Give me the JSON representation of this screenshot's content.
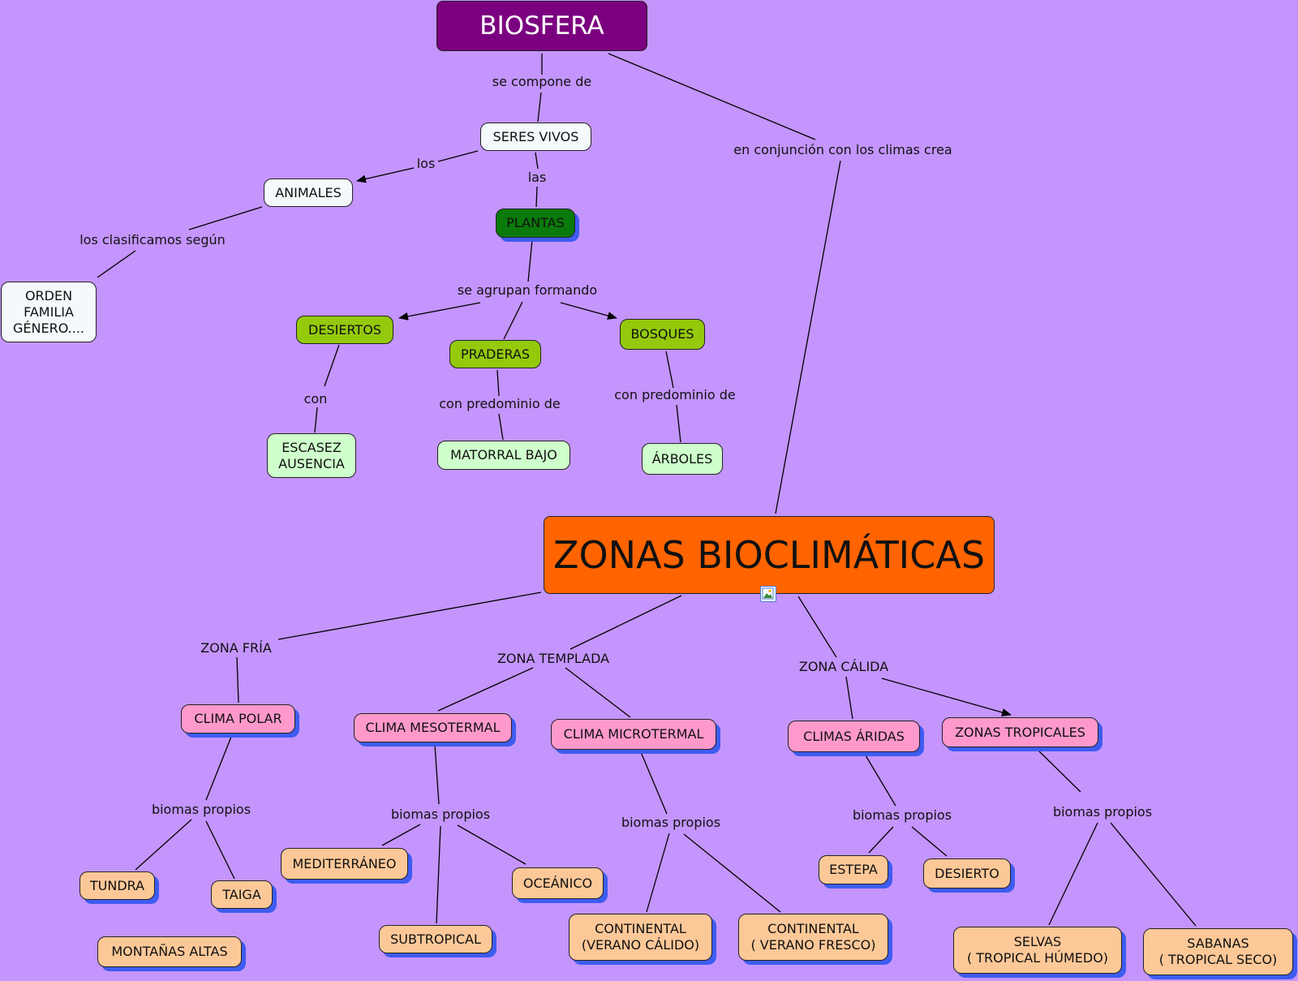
{
  "nodes": {
    "biosfera": "BIOSFERA",
    "seres_vivos": "SERES VIVOS",
    "animales": "ANIMALES",
    "orden": "ORDEN\nFAMILIA\nGÉNERO....",
    "plantas": "PLANTAS",
    "desiertos": "DESIERTOS",
    "praderas": "PRADERAS",
    "bosques": "BOSQUES",
    "escasez": "ESCASEZ\nAUSENCIA",
    "matorral": "MATORRAL BAJO",
    "arboles": "ÁRBOLES",
    "zonas": "ZONAS BIOCLIMÁTICAS",
    "clima_polar": "CLIMA  POLAR",
    "clima_mesotermal": "CLIMA MESOTERMAL",
    "clima_microtermal": "CLIMA MICROTERMAL",
    "climas_aridas": "CLIMAS  ÁRIDAS",
    "zonas_tropicales": "ZONAS TROPICALES",
    "tundra": "TUNDRA",
    "taiga": "TAIGA",
    "montanas": "MONTAÑAS ALTAS",
    "mediterraneo": "MEDITERRÁNEO",
    "oceanico": "OCEÁNICO",
    "subtropical": "SUBTROPICAL",
    "cont_calido": "CONTINENTAL\n(VERANO CÁLIDO)",
    "cont_fresco": "CONTINENTAL\n( VERANO FRESCO)",
    "estepa": "ESTEPA",
    "desierto": "DESIERTO",
    "selvas": "SELVAS\n( TROPICAL HÚMEDO)",
    "sabanas": "SABANAS\n( TROPICAL SECO)"
  },
  "labels": {
    "se_compone": "se compone de",
    "conjuncion": "en conjunción con los climas crea",
    "los": "los",
    "las": "las",
    "clasificamos": "los clasificamos según",
    "agrupan": "se agrupan formando",
    "con": "con",
    "predominio1": "con predominio de",
    "predominio2": "con predominio de",
    "zona_fria": "ZONA FRÍA",
    "zona_templada": "ZONA TEMPLADA",
    "zona_calida": "ZONA CÁLIDA",
    "biomas1": "biomas propios",
    "biomas2": "biomas propios",
    "biomas3": "biomas propios",
    "biomas4": "biomas propios",
    "biomas5": "biomas propios"
  },
  "colors": {
    "background": "#c495fd",
    "biosfera": "#7b0080",
    "zonas": "#ff6400",
    "shadow": "#3e5cf0"
  },
  "icons": [
    "image-icon"
  ]
}
